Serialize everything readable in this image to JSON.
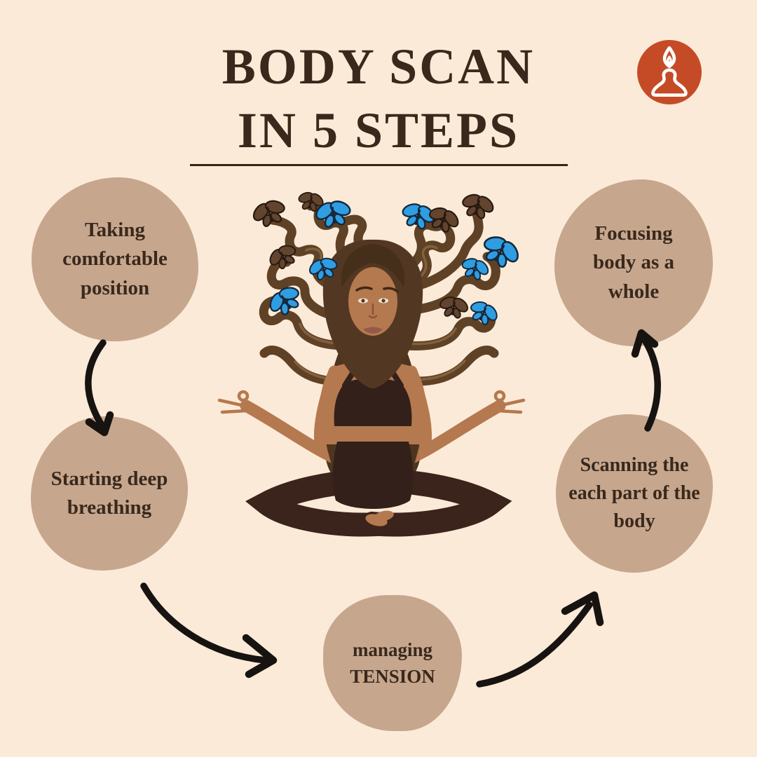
{
  "meta": {
    "background_color": "#fcead8",
    "circle_color": "#c6a78d",
    "text_color": "#3a281c",
    "arrow_color": "#171310",
    "logo_color": "#c54b26",
    "butterfly_blue": "#2f9de2",
    "butterfly_brown": "#63452f"
  },
  "header": {
    "title": "BODY SCAN\nIN 5 STEPS",
    "logo_icon": "meditation-flame-icon"
  },
  "steps": [
    {
      "id": 1,
      "label": "Taking\ncomfortable\nposition"
    },
    {
      "id": 2,
      "label": "Starting deep\nbreathing"
    },
    {
      "id": 3,
      "label": "managing\nTENSION"
    },
    {
      "id": 4,
      "label": "Scanning the\neach part of the\nbody"
    },
    {
      "id": 5,
      "label": "Focusing\nbody as a\nwhole"
    }
  ],
  "illustration": {
    "description": "Woman meditating in lotus pose, wavy hair flowing upward with blue and brown butterflies"
  }
}
